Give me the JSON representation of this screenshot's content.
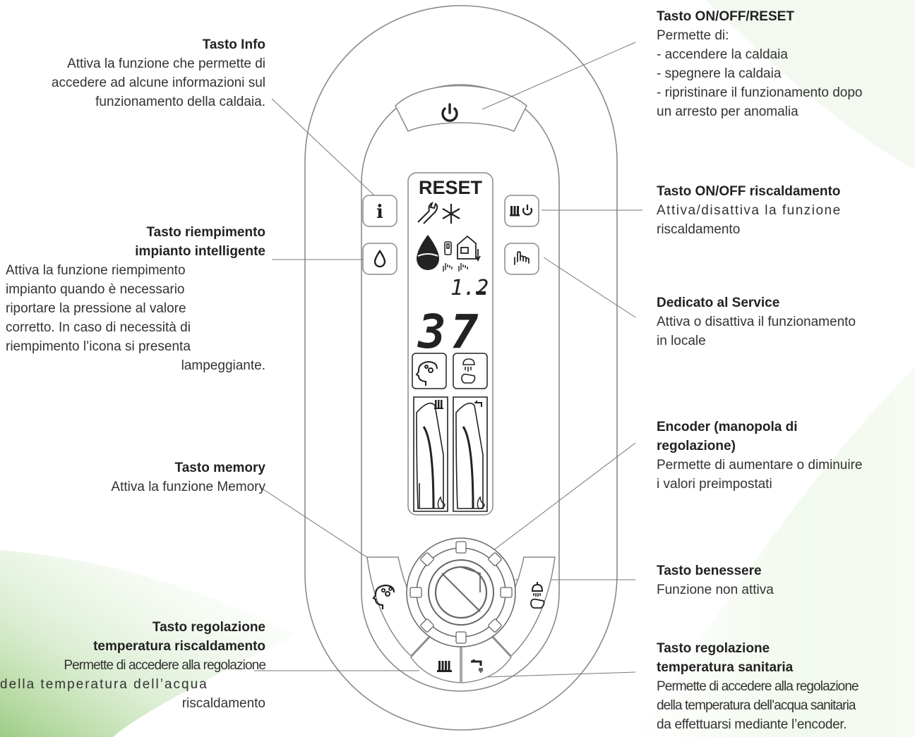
{
  "annotations": {
    "info": {
      "title": "Tasto Info",
      "lines": [
        "Attiva la funzione che permette di",
        "accedere ad alcune informazioni sul",
        "funzionamento della caldaia."
      ]
    },
    "fill": {
      "title_lines": [
        "Tasto riempimento",
        "impianto intelligente"
      ],
      "lines": [
        "Attiva la funzione riempimento",
        "impianto quando è necessario",
        "riportare la pressione al valore",
        "corretto. In caso di necessità di",
        "riempimento l’icona si presenta",
        "lampeggiante."
      ]
    },
    "memory": {
      "title": "Tasto memory",
      "lines": [
        "Attiva la funzione Memory"
      ]
    },
    "heating_temp": {
      "title_lines": [
        "Tasto regolazione",
        "temperatura riscaldamento"
      ],
      "lines": [
        "Permette di accedere alla regolazione",
        "della temperatura dell’acqua",
        "riscaldamento"
      ]
    },
    "onoff_reset": {
      "title": "Tasto ON/OFF/RESET",
      "lines": [
        "Permette di:",
        "- accendere la caldaia",
        "- spegnere la caldaia",
        "- ripristinare il funzionamento dopo",
        "un arresto per anomalia"
      ]
    },
    "onoff_heating": {
      "title": "Tasto ON/OFF riscaldamento",
      "lines": [
        "Attiva/disattiva la funzione",
        "riscaldamento"
      ]
    },
    "service": {
      "title": "Dedicato al Service",
      "lines": [
        "Attiva o disattiva il funzionamento",
        "in locale"
      ]
    },
    "encoder": {
      "title_lines": [
        "Encoder (manopola di",
        "regolazione)"
      ],
      "lines": [
        "Permette di aumentare o diminuire",
        "i valori preimpostati"
      ]
    },
    "comfort": {
      "title": "Tasto benessere",
      "lines": [
        "Funzione non attiva"
      ]
    },
    "dhw_temp": {
      "title_lines": [
        "Tasto regolazione",
        "temperatura sanitaria"
      ],
      "lines": [
        "Permette di accedere alla regolazione",
        "della temperatura dell’acqua sanitaria",
        "da effettuarsi mediante l’encoder."
      ]
    }
  },
  "display": {
    "reset_text": "RESET",
    "pressure": "1.2",
    "temperature": "37"
  },
  "colors": {
    "background_accent": "#9fd08a",
    "panel_outline": "#8a8a8a",
    "leader_line": "#777777",
    "text": "#333333"
  },
  "icons": {
    "power": "power-icon",
    "info": "info-icon",
    "fill": "water-drop-icon",
    "heating_onoff": "radiator-power-icon",
    "service": "hand-icon",
    "memory": "head-gear-icon",
    "comfort": "shower-hand-icon",
    "heating": "radiator-icon",
    "dhw": "tap-icon",
    "encoder": "encoder-knob-icon"
  }
}
